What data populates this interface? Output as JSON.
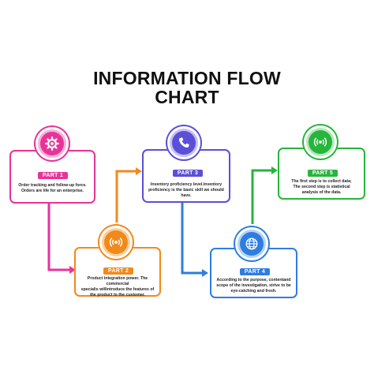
{
  "title": {
    "line1": "INFORMATION FLOW",
    "line2": "CHART"
  },
  "parts": [
    {
      "label": "PART 1",
      "text": [
        "Order tracking and follow-up force.",
        "Orders are life for an enterprise."
      ],
      "color": "#e8339a",
      "icon": "gear-icon"
    },
    {
      "label": "PART 2",
      "text": [
        "Product integration power. The commercial",
        "specialis willintroduce the features of",
        "the product to the customer."
      ],
      "color": "#f08a1c",
      "icon": "broadcast-icon"
    },
    {
      "label": "PART 3",
      "text": [
        "Inventory proficiency level.Inventory",
        "proficiency is the basic skill we should have."
      ],
      "color": "#5b4fd8",
      "icon": "phone-icon"
    },
    {
      "label": "PART 4",
      "text": [
        "According to the purpose, contentand",
        "scope of the investigation, strive to be",
        "eye-catching and fresh."
      ],
      "color": "#2f7de0",
      "icon": "globe-icon"
    },
    {
      "label": "PART 5",
      "text": [
        "The first step is to collect data;",
        "The second step is statistical",
        "analysis of the data."
      ],
      "color": "#27b53c",
      "icon": "wireless-icon"
    }
  ]
}
